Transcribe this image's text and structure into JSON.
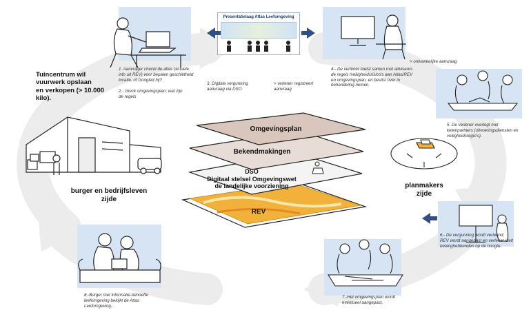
{
  "banner": {
    "title": "Presentatielaag Atlas Leefomgeving"
  },
  "top_left_note": {
    "line1": "Tuincentrum wil vuurwerk opslaan",
    "line2": "en verkopen (> 10.000 kilo)."
  },
  "captions": {
    "step1": "1. Aanvrager checkt de atlas (actuele info uit REV) voor bepalen geschiktheid locatie. of Googled hij?",
    "step2": "2.- check omgevingsplan; wat zijn de regels",
    "step3": "3. Digitale vergunning aanvraag via DSO",
    "verlener_registreert": "> verlener registreert aanvraag",
    "step4": "4.- De verlener toetst samen met adviseurs de regels /veiligheidsrisico's aan Atlas/REV en omgevingsplan, en beslist over in behandeling nemen.",
    "ontvankelijk": "> ontvankelijke aanvraag",
    "step5": "5. De verlener overlegt met ketenpartners (uitvoeringsdiensten en veiligheidsregio's).",
    "step6": "6.- De vergunning wordt verleend; REV wordt aangepast en verlener stelt belanghebbenden op de hoogte.",
    "step7": "7.-Het omgevingsplan wordt eventueel aangepast.",
    "step8": "8.-Burger met informatie-behoefte leefomgeving bekijkt de Atlas Leefomgeving."
  },
  "sides": {
    "left": {
      "line1": "burger en bedrijfsleven",
      "line2": "zijde"
    },
    "right": {
      "line1": "planmakers",
      "line2": "zijde"
    }
  },
  "layers": {
    "omgevingsplan": "Omgevingsplan",
    "bekendmakingen": "Bekendmakingen",
    "dso_title": "DSO",
    "dso_line1": "Digitaal stelsel Omgevingswet",
    "dso_line2": "de landelijke voorziening",
    "rev": "REV"
  },
  "colors": {
    "accent_blue": "#d6e4f3",
    "arrow_blue": "#2f4f86",
    "cycle_grey": "#ececec",
    "rev_orange": "#f2b13a"
  }
}
